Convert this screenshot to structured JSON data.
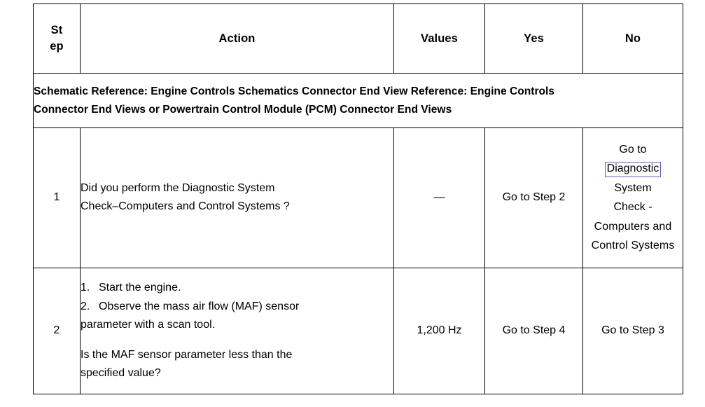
{
  "table": {
    "headers": {
      "step_line1": "St",
      "step_line2": "ep",
      "action": "Action",
      "values": "Values",
      "yes": "Yes",
      "no": "No"
    },
    "schematic_banner": {
      "line1": "Schematic Reference: Engine Controls Schematics Connector End View Reference: Engine Controls",
      "line2": "Connector End Views or Powertrain Control Module (PCM) Connector End Views"
    },
    "rows": [
      {
        "step": "1",
        "action_lines": [
          "Did you perform the Diagnostic System",
          "Check–Computers and Control Systems ?"
        ],
        "values": "—",
        "yes": "Go to Step 2",
        "no_lines": [
          "Go to",
          "Diagnostic",
          "System",
          "Check -",
          "Computers  and",
          "Control Systems"
        ],
        "no_linked_index": 1
      },
      {
        "step": "2",
        "action_ordered": [
          {
            "num": "1.",
            "text": "Start the engine."
          },
          {
            "num": "2.",
            "text": "Observe the mass air flow (MAF) sensor"
          }
        ],
        "action_cont": "parameter with a scan tool.",
        "action_question_lines": [
          " Is the MAF sensor parameter less than the",
          "specified value?"
        ],
        "values": "1,200 Hz",
        "yes": "Go to Step 4",
        "no": "Go to Step 3"
      }
    ]
  },
  "colors": {
    "border": "#000000",
    "text": "#000000",
    "background": "#ffffff",
    "link_box_border": "#5b5bdc"
  }
}
